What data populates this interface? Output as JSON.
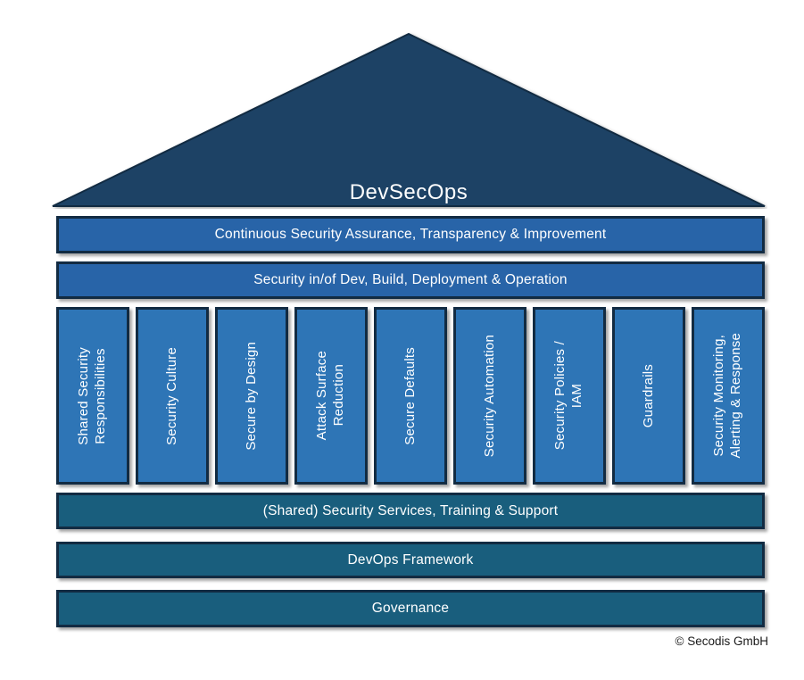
{
  "diagram": {
    "title": "DevSecOps",
    "top_bars": [
      {
        "label": "Continuous Security Assurance, Transparency & Improvement"
      },
      {
        "label": "Security in/of Dev, Build, Deployment & Operation"
      }
    ],
    "pillars": [
      {
        "label": "Shared Security\nResponsibilities"
      },
      {
        "label": "Security Culture"
      },
      {
        "label": "Secure by Design"
      },
      {
        "label": "Attack Surface\nReduction"
      },
      {
        "label": "Secure Defaults"
      },
      {
        "label": "Security Automation"
      },
      {
        "label": "Security Policies /\nIAM"
      },
      {
        "label": "Guardrails"
      },
      {
        "label": "Security Monitoring,\nAlerting & Response"
      }
    ],
    "bottom_bars": [
      {
        "label": "(Shared) Security Services, Training & Support"
      },
      {
        "label": "DevOps Framework"
      },
      {
        "label": "Governance"
      }
    ],
    "footer": {
      "copyright": "© Secodis GmbH"
    },
    "colors": {
      "roof": "#1d4265",
      "bar_blue": "#2864a8",
      "pillar_blue": "#2e75b6",
      "bar_teal": "#195e7d",
      "border": "#122b42",
      "text_light": "#ffffff",
      "text_dark": "#1a1a1a"
    }
  }
}
